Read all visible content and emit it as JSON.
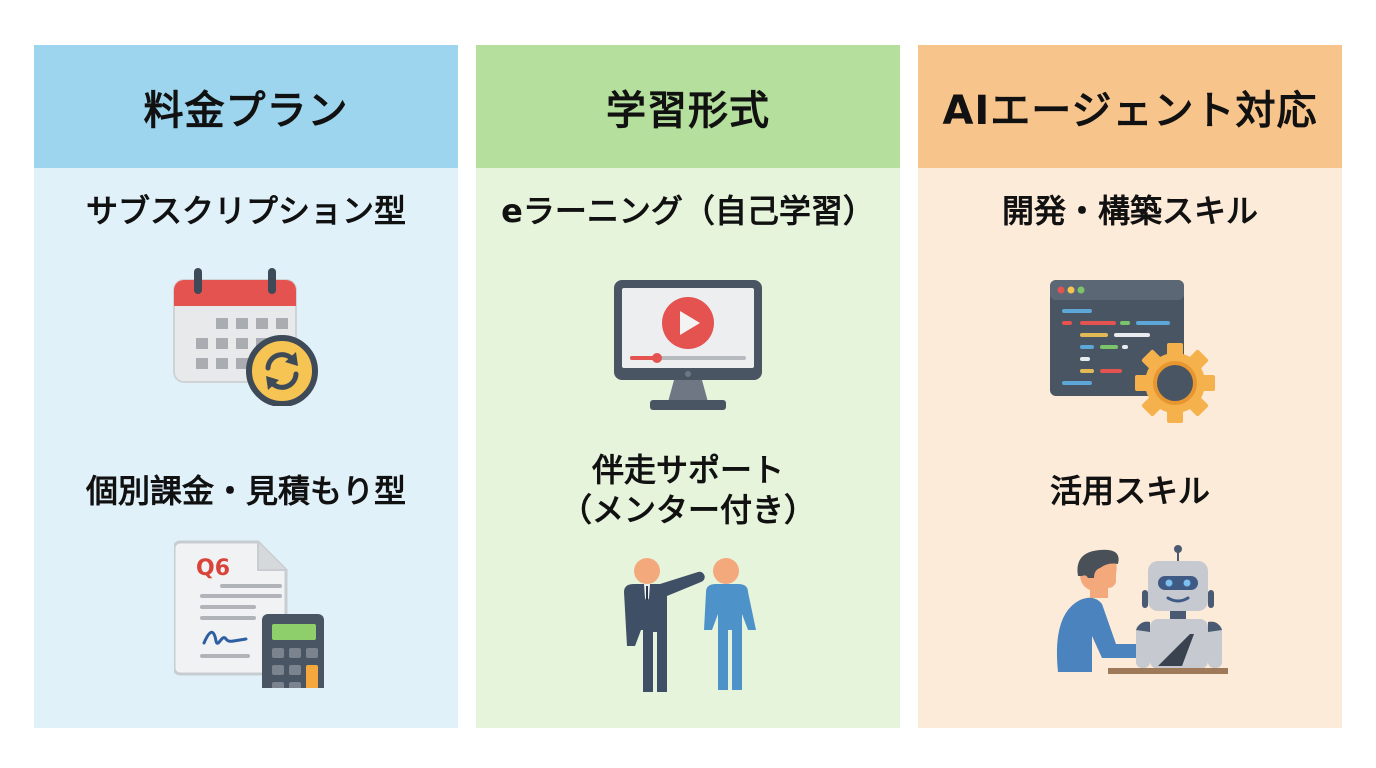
{
  "panels": [
    {
      "title": "料金プラン",
      "header_color": "#9dd5ee",
      "body_color": "#e0f1fa",
      "items": [
        {
          "label": "サブスクリプション型",
          "icon": "calendar-refresh-icon"
        },
        {
          "label": "個別課金・見積もり型",
          "icon": "quote-calculator-icon"
        }
      ]
    },
    {
      "title": "学習形式",
      "header_color": "#b4df9c",
      "body_color": "#e6f4dc",
      "items": [
        {
          "label": "eラーニング（自己学習）",
          "icon": "video-monitor-icon"
        },
        {
          "label_line1": "伴走サポート",
          "label_line2": "（メンター付き）",
          "icon": "mentor-people-icon"
        }
      ]
    },
    {
      "title": "AIエージェント対応",
      "header_color": "#f7c48c",
      "body_color": "#fdebd9",
      "items": [
        {
          "label": "開発・構築スキル",
          "icon": "code-gear-icon"
        },
        {
          "label": "活用スキル",
          "icon": "human-robot-icon"
        }
      ]
    }
  ]
}
